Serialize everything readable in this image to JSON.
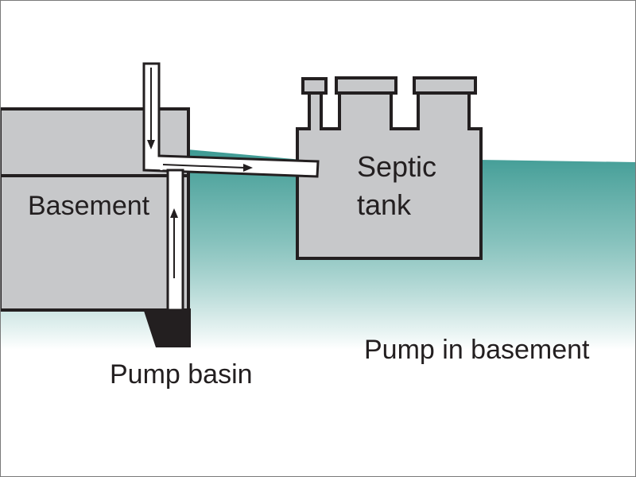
{
  "labels": {
    "basement": "Basement",
    "septic_line1": "Septic",
    "septic_line2": "tank",
    "pump_basin": "Pump basin",
    "caption": "Pump in basement"
  },
  "colors": {
    "water": "#3d9a93",
    "structure_fill": "#c7c8ca",
    "outline": "#231f20",
    "pipe_fill": "#ffffff",
    "basin_fill": "#231f20",
    "frame": "#7a7a7a"
  }
}
